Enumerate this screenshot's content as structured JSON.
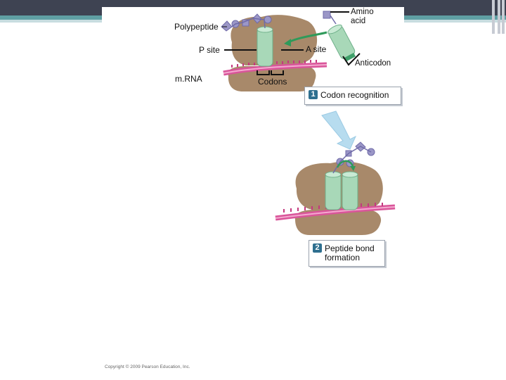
{
  "labels": {
    "polypeptide": "Polypeptide",
    "amino_acid_line1": "Amino",
    "amino_acid_line2": "acid",
    "p_site": "P site",
    "a_site": "A site",
    "anticodon": "Anticodon",
    "mrna": "m.RNA",
    "codons": "Codons"
  },
  "steps": [
    {
      "number": "1",
      "text": "Codon recognition"
    },
    {
      "number": "2",
      "line1": "Peptide bond",
      "line2": "formation"
    }
  ],
  "copyright": "Copyright © 2009 Pearson Education, Inc.",
  "colors": {
    "ribosome": "#a8896a",
    "ribosome_light": "#c4a98a",
    "trna": "#a8d8b8",
    "trna_dark": "#6fb08a",
    "mrna": "#d9559a",
    "amino_acid": "#9b97c7",
    "arrow_green": "#2f9a5a",
    "step_arrow": "#b7dcef"
  }
}
